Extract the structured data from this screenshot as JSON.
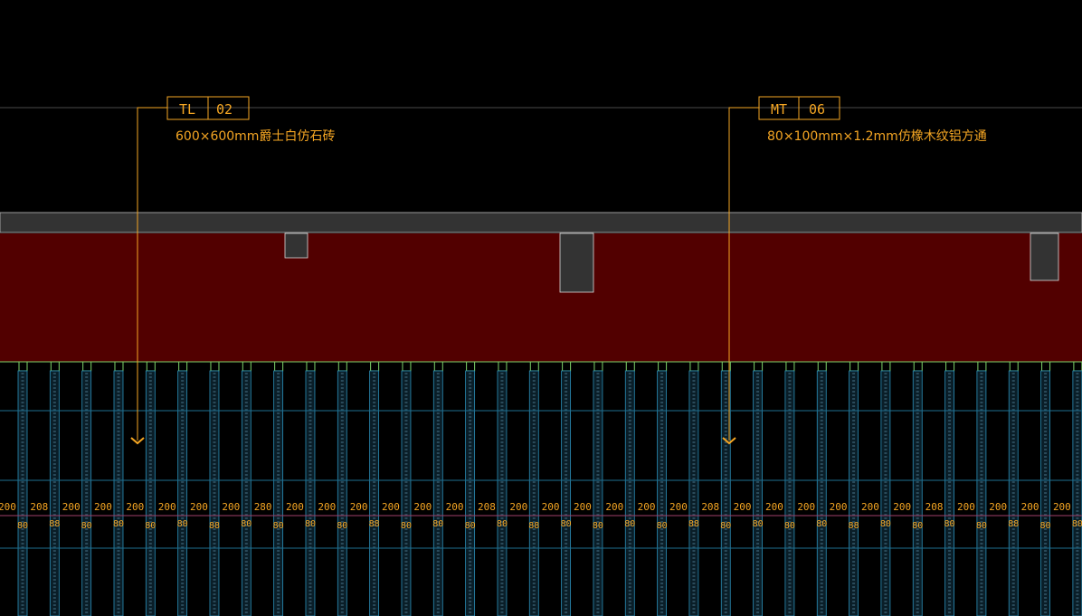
{
  "callouts": [
    {
      "code": "TL",
      "number": "02",
      "description": "600×600mm爵士白仿石砖"
    },
    {
      "code": "MT",
      "number": "06",
      "description": "80×100mm×1.2mm仿橡木纹铝方通"
    }
  ],
  "dimensions": {
    "spacing_label": "200",
    "spacing_alt_label": "208",
    "spacing_alt2_label": "280",
    "slat_label": "80",
    "slat_alt_label": "88"
  },
  "colors": {
    "background": "#000000",
    "beam_band": "#333333",
    "red_band": "#520000",
    "annotation": "#f5a623",
    "grid_cyan": "#1e6f8f",
    "slat_green": "#7fd36a",
    "dim_line_pink": "#a0406a"
  }
}
